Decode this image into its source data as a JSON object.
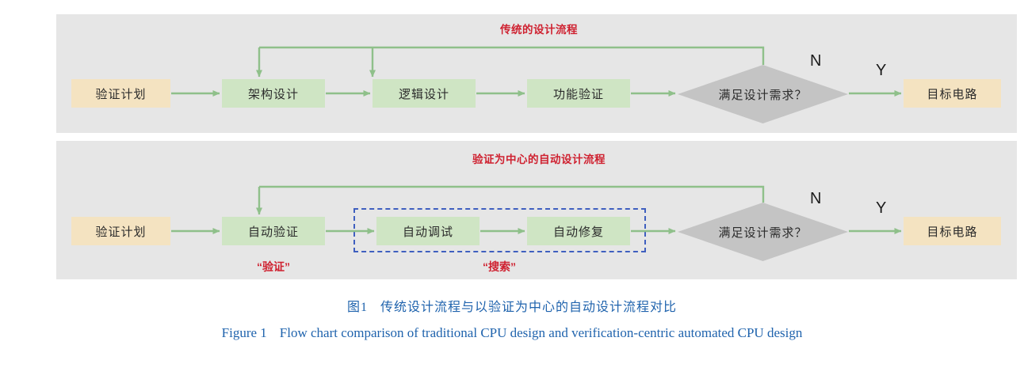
{
  "figure": {
    "panels": [
      {
        "id": "traditional",
        "title": "传统的设计流程",
        "nodes": [
          {
            "name": "verification-plan",
            "label": "验证计划",
            "type": "beige"
          },
          {
            "name": "architecture-design",
            "label": "架构设计",
            "type": "green"
          },
          {
            "name": "logic-design",
            "label": "逻辑设计",
            "type": "green"
          },
          {
            "name": "function-verification",
            "label": "功能验证",
            "type": "green"
          },
          {
            "name": "decision",
            "label": "满足设计需求？",
            "type": "diamond"
          },
          {
            "name": "target-circuit",
            "label": "目标电路",
            "type": "beige"
          }
        ],
        "branch_no": "N",
        "branch_yes": "Y"
      },
      {
        "id": "automated",
        "title": "验证为中心的自动设计流程",
        "nodes": [
          {
            "name": "verification-plan",
            "label": "验证计划",
            "type": "beige"
          },
          {
            "name": "auto-verification",
            "label": "自动验证",
            "type": "green"
          },
          {
            "name": "auto-debug",
            "label": "自动调试",
            "type": "green"
          },
          {
            "name": "auto-repair",
            "label": "自动修复",
            "type": "green"
          },
          {
            "name": "decision",
            "label": "满足设计需求？",
            "type": "diamond"
          },
          {
            "name": "target-circuit",
            "label": "目标电路",
            "type": "beige"
          }
        ],
        "branch_no": "N",
        "branch_yes": "Y",
        "annotations": [
          {
            "name": "verify-annotation",
            "label": "“验证”"
          },
          {
            "name": "search-annotation",
            "label": "“搜索”"
          }
        ]
      }
    ],
    "caption_cn_number": "图1",
    "caption_cn_text": "传统设计流程与以验证为中心的自动设计流程对比",
    "caption_en_number": "Figure 1",
    "caption_en_text": "Flow chart comparison of traditional CPU design and verification-centric automated CPU design"
  },
  "colors": {
    "panel_bg": "#e6e6e6",
    "beige_node": "#f4e3c1",
    "green_node": "#cfe5c4",
    "arrow_green": "#8fc08a",
    "diamond_gray": "#c4c4c4",
    "red_text": "#cf2130",
    "blue_dashed": "#3f5fbf",
    "caption_blue": "#1f63ad"
  }
}
